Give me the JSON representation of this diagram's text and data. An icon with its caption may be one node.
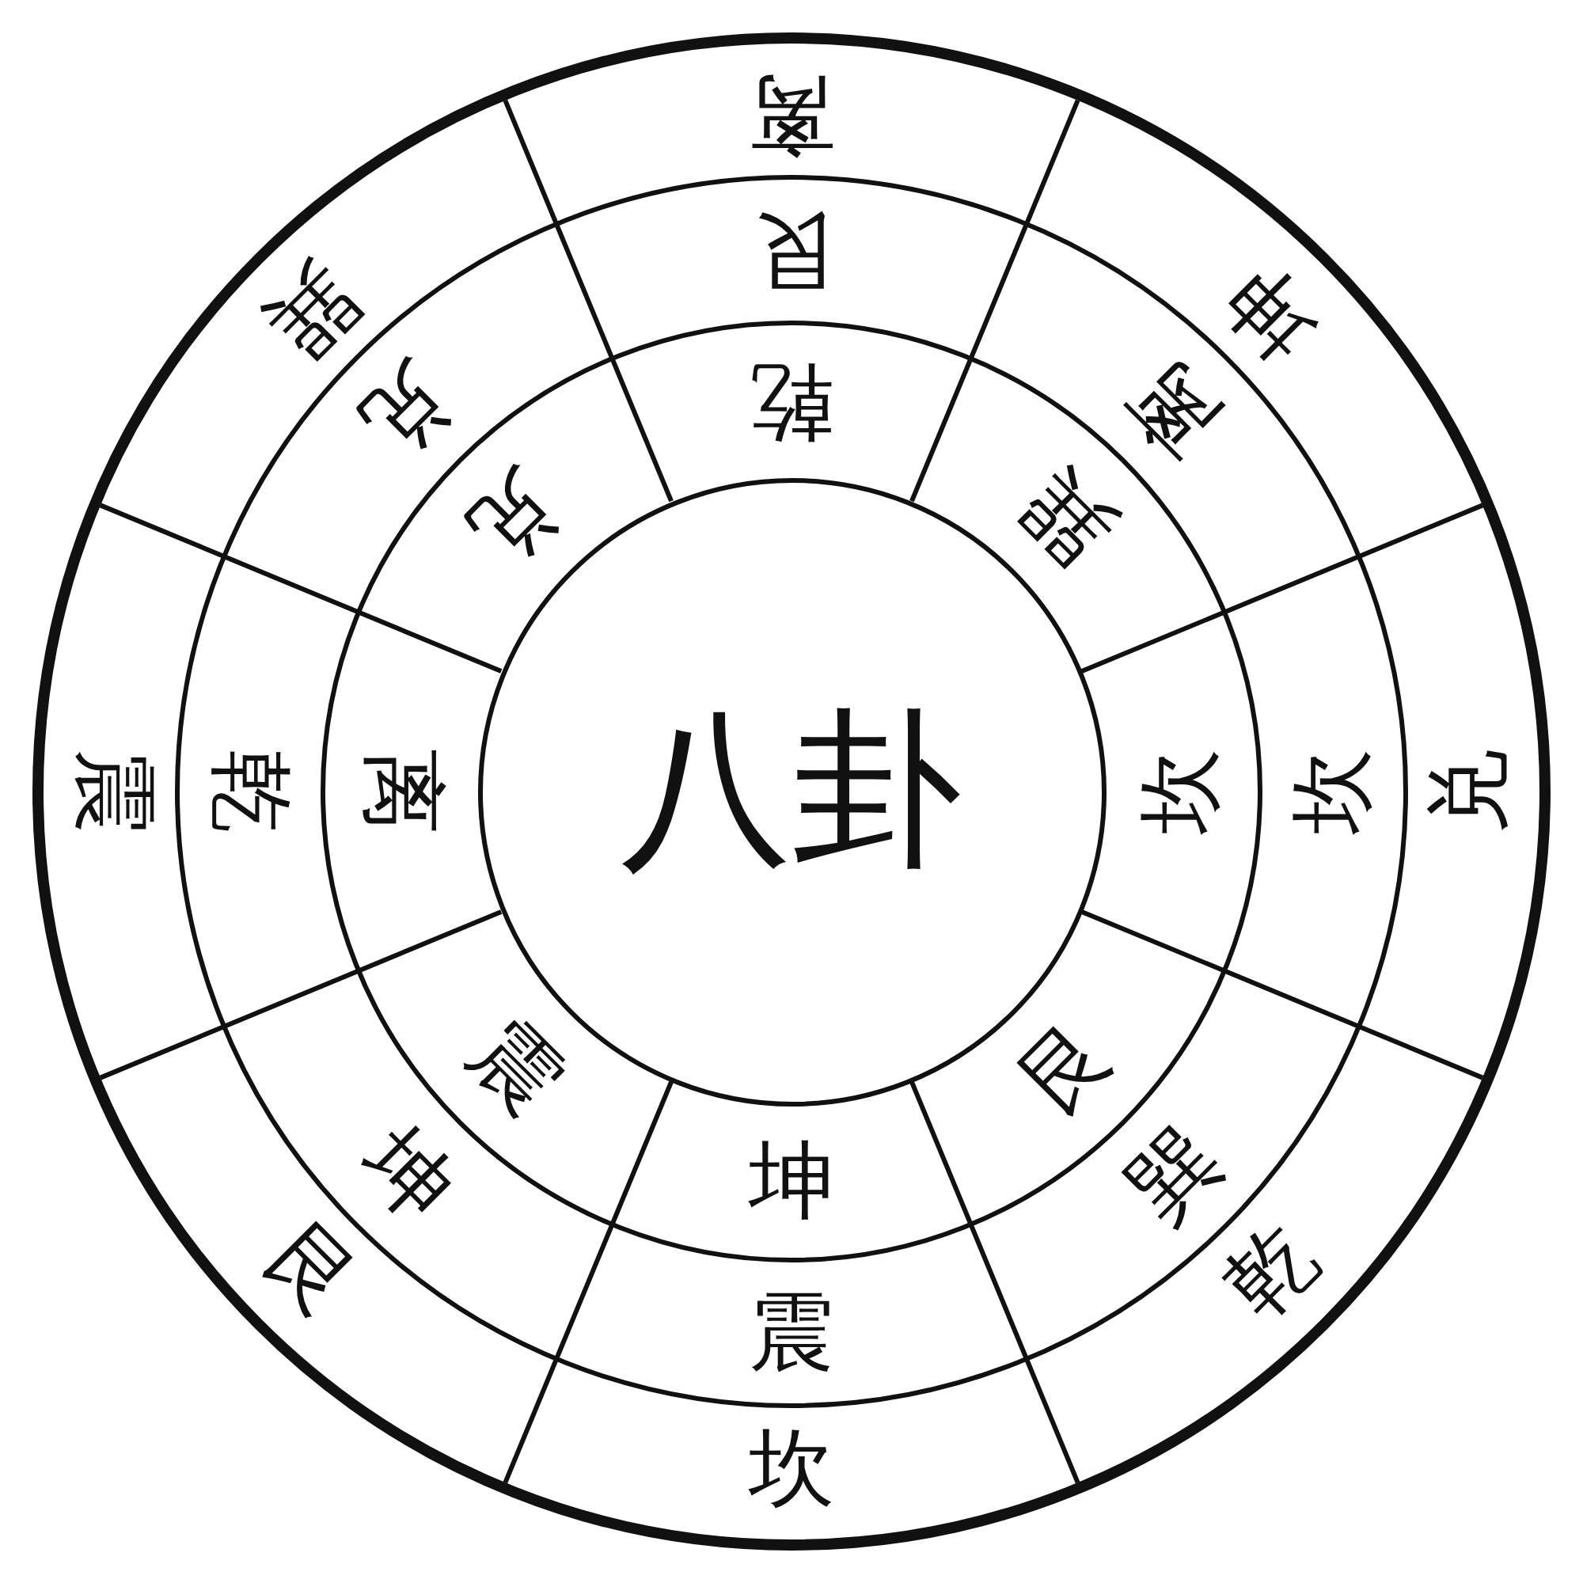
{
  "diagram": {
    "nodes": [
      {
        "text": [
          "八卦"
        ]
      },
      {
        "text": [
          "乾"
        ]
      },
      {
        "text": [
          "艮"
        ]
      },
      {
        "text": [
          "离"
        ]
      },
      {
        "text": [
          "巽"
        ]
      },
      {
        "text": [
          "离"
        ]
      },
      {
        "text": [
          "坤"
        ]
      },
      {
        "text": [
          "坎"
        ]
      },
      {
        "text": [
          "坎"
        ]
      },
      {
        "text": [
          "兑"
        ]
      },
      {
        "text": [
          "艮"
        ]
      },
      {
        "text": [
          "巽"
        ]
      },
      {
        "text": [
          "乾"
        ]
      },
      {
        "text": [
          "坤"
        ]
      },
      {
        "text": [
          "震"
        ]
      },
      {
        "text": [
          "坎"
        ]
      },
      {
        "text": [
          "震"
        ]
      },
      {
        "text": [
          "坤"
        ]
      },
      {
        "text": [
          "艮"
        ]
      },
      {
        "text": [
          "离"
        ]
      },
      {
        "text": [
          "乾"
        ]
      },
      {
        "text": [
          "震"
        ]
      },
      {
        "text": [
          "兑"
        ]
      },
      {
        "text": [
          "兑"
        ]
      },
      {
        "text": [
          "巽"
        ]
      }
    ]
  }
}
